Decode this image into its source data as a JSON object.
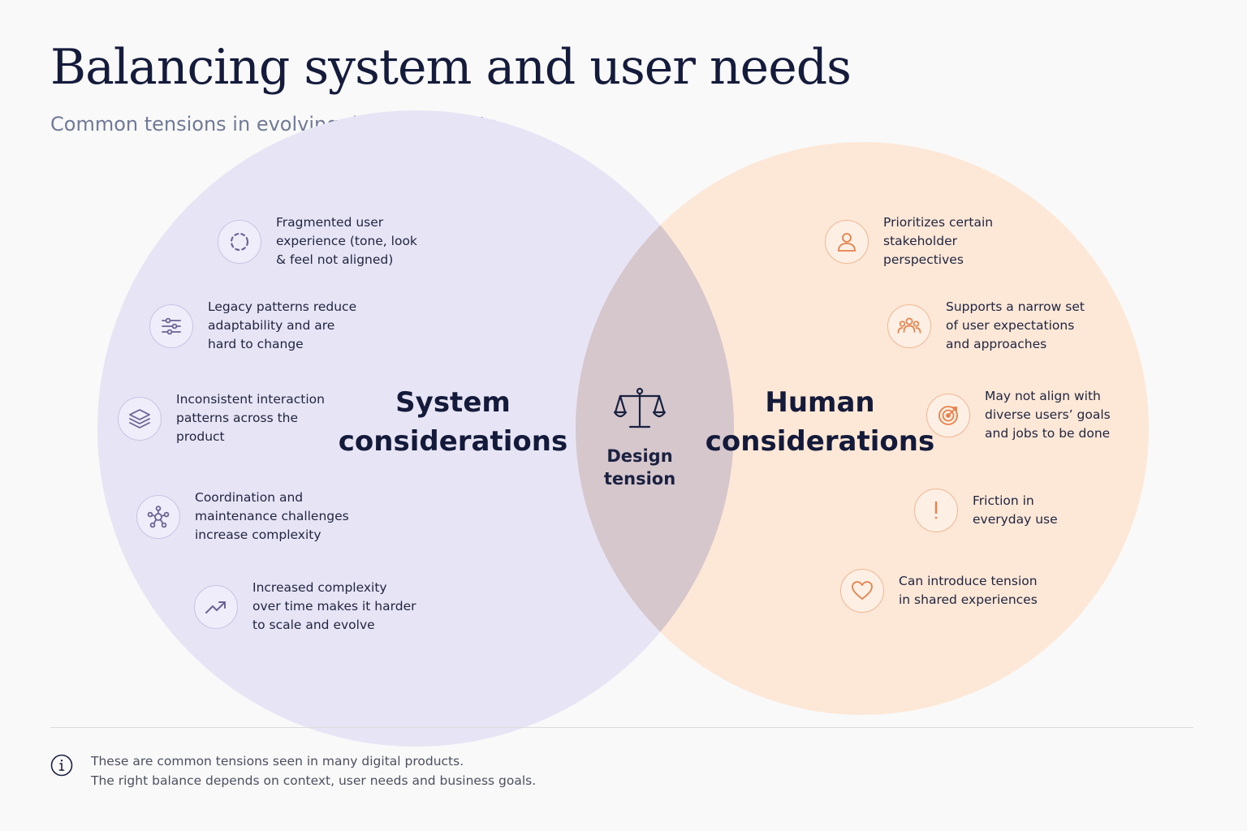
{
  "title": "Balancing system and user needs",
  "subtitle": "Common tensions in evolving digital products",
  "colors": {
    "system_fill": "#e7e4f6",
    "human_fill": "#fde7d6",
    "overlap_fill": "#d5c7cc",
    "system_icon": "#6b6496",
    "human_icon": "#e8804a"
  },
  "system": {
    "label_line1": "System",
    "label_line2": "considerations",
    "items": [
      {
        "icon": "dashed-circle-icon",
        "text": "Fragmented user experience (tone, look & feel not aligned)"
      },
      {
        "icon": "sliders-icon",
        "text": "Legacy patterns reduce adaptability and are hard to change"
      },
      {
        "icon": "layers-icon",
        "text": "Inconsistent interaction patterns across the product"
      },
      {
        "icon": "network-icon",
        "text": "Coordination and maintenance challenges increase complexity"
      },
      {
        "icon": "trend-up-icon",
        "text": "Increased complexity over time makes it harder to scale and evolve"
      }
    ]
  },
  "human": {
    "label_line1": "Human",
    "label_line2": "considerations",
    "items": [
      {
        "icon": "person-icon",
        "text": "Prioritizes certain stakeholder perspectives"
      },
      {
        "icon": "group-icon",
        "text": "Supports a narrow set of user expectations and approaches"
      },
      {
        "icon": "target-icon",
        "text": "May not align with diverse users’ goals and jobs to be done"
      },
      {
        "icon": "exclamation-icon",
        "text": "Friction in everyday use"
      },
      {
        "icon": "heart-icon",
        "text": "Can introduce tension in shared experiences"
      }
    ]
  },
  "center": {
    "icon": "scale-icon",
    "label_line1": "Design",
    "label_line2": "tension"
  },
  "footnote": {
    "icon": "info-icon",
    "line1": "These are common tensions seen in many digital products.",
    "line2": "The right balance depends on context, user needs and business goals."
  }
}
